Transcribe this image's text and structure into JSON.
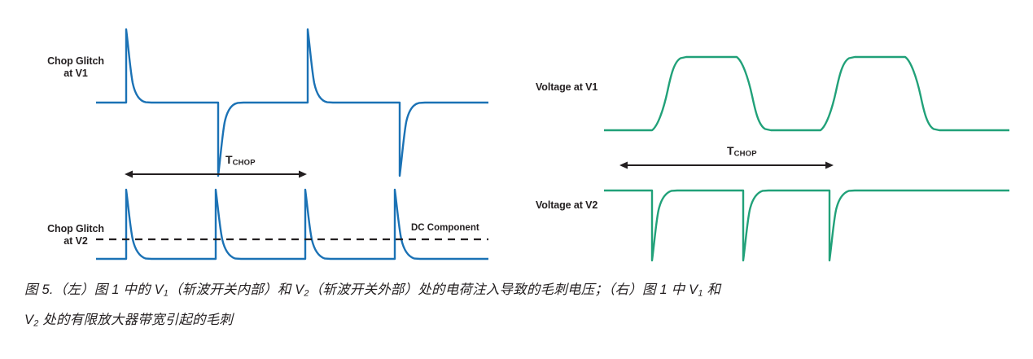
{
  "figure": {
    "colors": {
      "blue": "#1b72b5",
      "green": "#21a179",
      "text": "#231f20",
      "background": "#ffffff"
    },
    "left_panel": {
      "traces": [
        {
          "name": "chop-glitch-at-v1",
          "label_line1": "Chop Glitch",
          "label_line2": "at V1",
          "color": "#1b72b5",
          "description": "Alternating positive and negative exponential-decay glitch spikes on a flat baseline"
        },
        {
          "name": "chop-glitch-at-v2",
          "label_line1": "Chop Glitch",
          "label_line2": "at V2",
          "color": "#1b72b5",
          "description": "All-positive exponential-decay glitch spikes on a flat baseline with a nonzero DC average"
        }
      ],
      "dc_component_label": "DC Component",
      "period_label": "T",
      "period_subscript": "CHOP"
    },
    "right_panel": {
      "traces": [
        {
          "name": "voltage-at-v1",
          "label": "Voltage at V1",
          "color": "#21a179",
          "description": "Square wave with finite-bandwidth exponential rising and falling edges"
        },
        {
          "name": "voltage-at-v2",
          "label": "Voltage at V2",
          "color": "#21a179",
          "description": "Flat baseline with periodic downward spikes that recover exponentially"
        }
      ],
      "period_label": "T",
      "period_subscript": "CHOP"
    },
    "caption": {
      "line1_part1": "图 5.（左）图 1 中的 V",
      "line1_sub1": "1",
      "line1_part2": "（斩波开关内部）和 V",
      "line1_sub2": "2",
      "line1_part3": "（斩波开关外部）处的电荷注入导致的毛刺电压；（右）图 1 中 V",
      "line1_sub3": "1",
      "line1_part4": " 和",
      "line2_part1": "V",
      "line2_sub1": "2",
      "line2_part2": " 处的有限放大器带宽引起的毛刺"
    }
  }
}
